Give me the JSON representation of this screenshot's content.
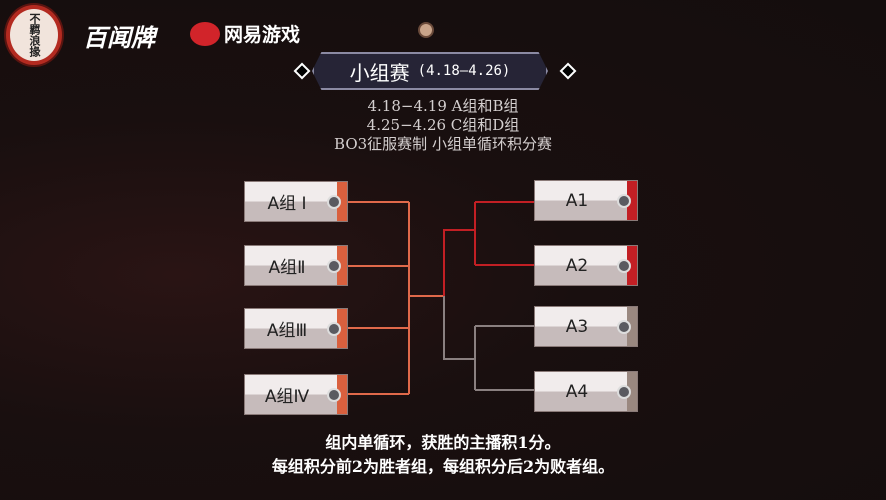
{
  "header": {
    "seal_text": "不羁浪掾",
    "logo_game": "百闻牌",
    "logo_publisher": "网易游戏"
  },
  "banner": {
    "title": "小组赛",
    "dates": "(4.18—4.26)"
  },
  "info": [
    "4.18−4.19 A组和B组",
    "4.25−4.26 C组和D组",
    "BO3征服赛制 小组单循环积分赛"
  ],
  "bracket": {
    "left": [
      "A组 Ⅰ",
      "A组Ⅱ",
      "A组Ⅲ",
      "A组Ⅳ"
    ],
    "right": [
      "A1",
      "A2",
      "A3",
      "A4"
    ],
    "colors": {
      "group": "#e0694a",
      "winner": "#c21f24",
      "loser": "#8a8080"
    }
  },
  "footer": [
    "组内单循环，获胜的主播积1分。",
    "每组积分前2为胜者组，每组积分后2为败者组。"
  ]
}
